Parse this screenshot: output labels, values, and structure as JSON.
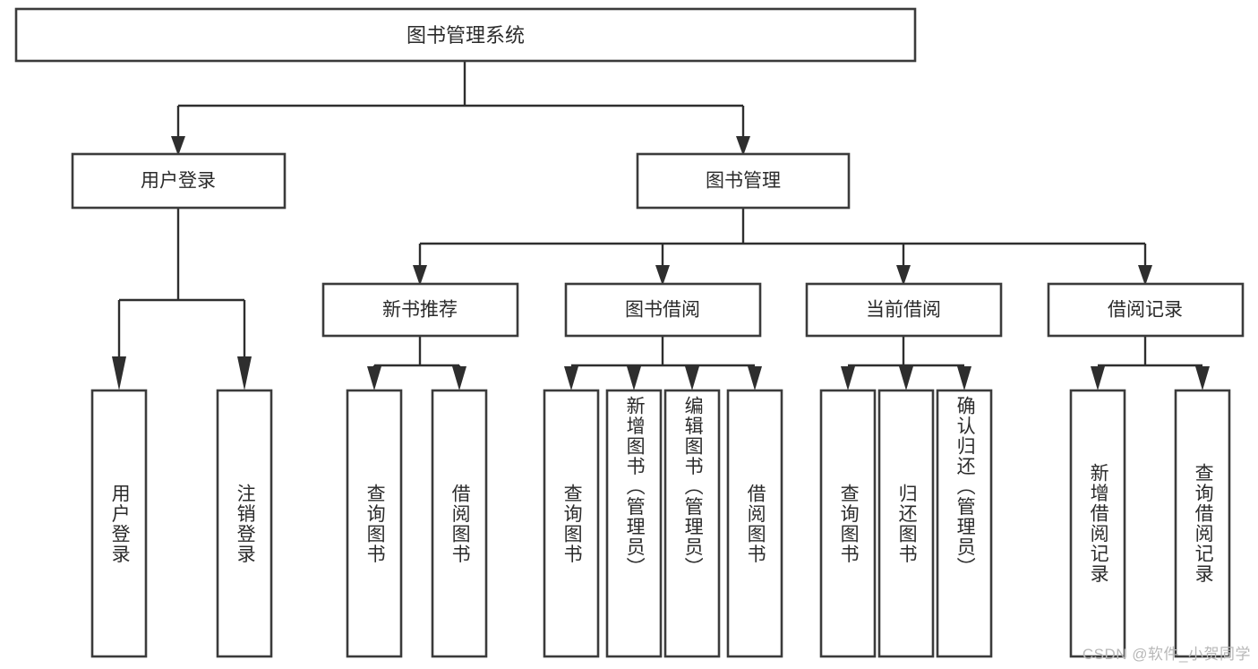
{
  "diagram": {
    "type": "tree-hierarchy-chart",
    "title": "图书管理系统",
    "orientation": "top-down",
    "colors": {
      "box_stroke": "#3b3b3b",
      "box_fill": "#ffffff",
      "edge": "#2e2e2e",
      "text": "#2b2b2b",
      "background": "#ffffff",
      "watermark": "#b8b8b8"
    },
    "levels": [
      {
        "level": 1,
        "nodes": [
          {
            "id": "root",
            "label": "图书管理系统",
            "orientation": "horizontal"
          }
        ]
      },
      {
        "level": 2,
        "nodes": [
          {
            "id": "login",
            "label": "用户登录",
            "parent": "root",
            "orientation": "horizontal"
          },
          {
            "id": "bookmgmt",
            "label": "图书管理",
            "parent": "root",
            "orientation": "horizontal"
          }
        ]
      },
      {
        "level": 3,
        "nodes": [
          {
            "id": "newbook",
            "label": "新书推荐",
            "parent": "bookmgmt",
            "orientation": "horizontal"
          },
          {
            "id": "borrow",
            "label": "图书借阅",
            "parent": "bookmgmt",
            "orientation": "horizontal"
          },
          {
            "id": "current",
            "label": "当前借阅",
            "parent": "bookmgmt",
            "orientation": "horizontal"
          },
          {
            "id": "records",
            "label": "借阅记录",
            "parent": "bookmgmt",
            "orientation": "horizontal"
          }
        ]
      },
      {
        "level": 4,
        "nodes": [
          {
            "id": "leaf1",
            "label": "用户登录",
            "parent": "login",
            "orientation": "vertical"
          },
          {
            "id": "leaf2",
            "label": "注销登录",
            "parent": "login",
            "orientation": "vertical"
          },
          {
            "id": "leaf3",
            "label": "查询图书",
            "parent": "newbook",
            "orientation": "vertical"
          },
          {
            "id": "leaf4",
            "label": "借阅图书",
            "parent": "newbook",
            "orientation": "vertical"
          },
          {
            "id": "leaf5",
            "label": "查询图书",
            "parent": "borrow",
            "orientation": "vertical"
          },
          {
            "id": "leaf6",
            "label": "新增图书（管理员）",
            "parent": "borrow",
            "orientation": "vertical"
          },
          {
            "id": "leaf7",
            "label": "编辑图书（管理员）",
            "parent": "borrow",
            "orientation": "vertical"
          },
          {
            "id": "leaf8",
            "label": "借阅图书",
            "parent": "borrow",
            "orientation": "vertical"
          },
          {
            "id": "leaf9",
            "label": "查询图书",
            "parent": "current",
            "orientation": "vertical"
          },
          {
            "id": "leaf10",
            "label": "归还图书",
            "parent": "current",
            "orientation": "vertical"
          },
          {
            "id": "leaf11",
            "label": "确认归还（管理员）",
            "parent": "current",
            "orientation": "vertical"
          },
          {
            "id": "leaf12",
            "label": "新增借阅记录",
            "parent": "records",
            "orientation": "vertical"
          },
          {
            "id": "leaf13",
            "label": "查询借阅记录",
            "parent": "records",
            "orientation": "vertical"
          }
        ]
      }
    ]
  },
  "watermark": {
    "text": "CSDN @软件_小贺同学"
  }
}
